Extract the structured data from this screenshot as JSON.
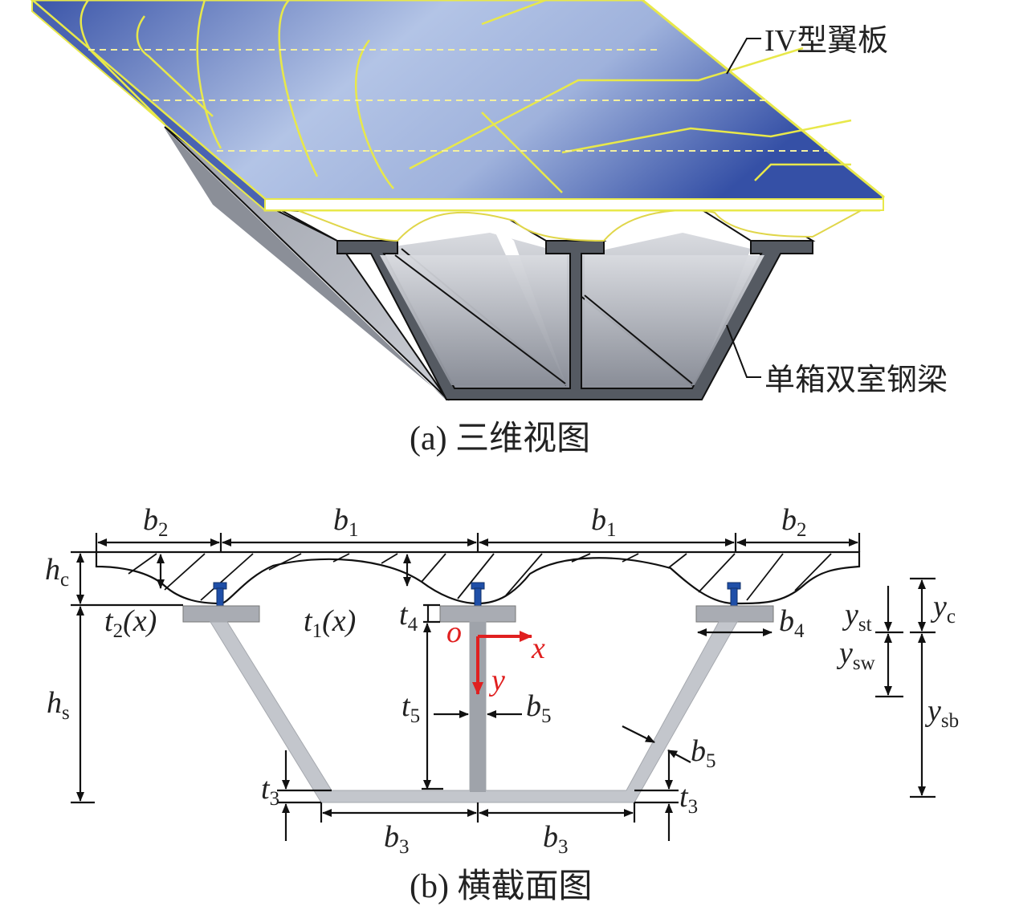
{
  "panel_a": {
    "caption": "(a) 三维视图",
    "callout_flange": "IV型翼板",
    "callout_girder": "单箱双室钢梁"
  },
  "panel_b": {
    "caption": "(b) 横截面图",
    "dims": {
      "b2": {
        "base": "b",
        "sub": "2"
      },
      "b1": {
        "base": "b",
        "sub": "1"
      },
      "b3": {
        "base": "b",
        "sub": "3"
      },
      "b4": {
        "base": "b",
        "sub": "4"
      },
      "b5": {
        "base": "b",
        "sub": "5"
      },
      "hc": {
        "base": "h",
        "sub": "c"
      },
      "hs": {
        "base": "h",
        "sub": "s"
      },
      "t1x": {
        "base": "t",
        "sub": "1",
        "tail": "(x)"
      },
      "t2x": {
        "base": "t",
        "sub": "2",
        "tail": "(x)"
      },
      "t3": {
        "base": "t",
        "sub": "3"
      },
      "t4": {
        "base": "t",
        "sub": "4"
      },
      "t5": {
        "base": "t",
        "sub": "5"
      },
      "yst": {
        "base": "y",
        "sub": "st"
      },
      "ysw": {
        "base": "y",
        "sub": "sw"
      },
      "yc": {
        "base": "y",
        "sub": "c"
      },
      "ysb": {
        "base": "y",
        "sub": "sb"
      }
    },
    "axes": {
      "origin": "o",
      "x": "x",
      "y": "y"
    }
  },
  "colors": {
    "flange_blue_dark": "#3a54a8",
    "flange_blue_light": "#b3c4e6",
    "contour_yellow": "#e8e84a",
    "steel_dark": "#555a62",
    "steel_light": "#c3c6cc",
    "stud_blue": "#1f4fa8",
    "axis_red": "#e02020"
  }
}
